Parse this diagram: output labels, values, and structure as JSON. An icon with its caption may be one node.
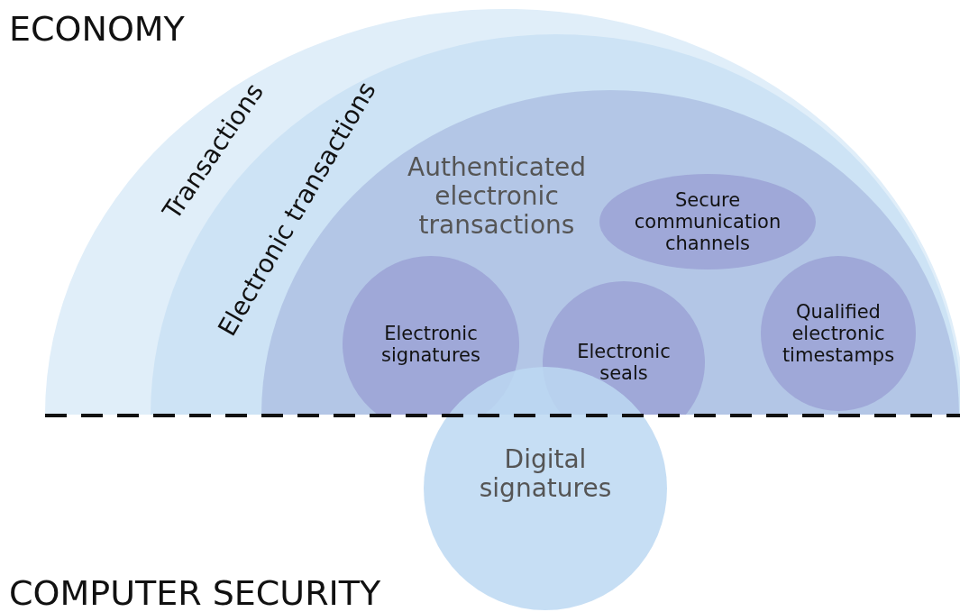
{
  "diagram": {
    "nodes": [
      {
        "text": [
          "Transactions"
        ]
      },
      {
        "text": [
          "Electronic transactions"
        ],
        "in": 0
      },
      {
        "text": [
          "Authenticated electronic transactions"
        ],
        "in": 1
      },
      {
        "text": [
          "Secure communication channels"
        ],
        "in": 2
      },
      {
        "text": [
          "Electronic signatures"
        ],
        "in": 2
      },
      {
        "text": [
          "Electronic seals"
        ],
        "in": 2
      },
      {
        "text": [
          "Qualified electronic timestamps"
        ],
        "in": 2
      },
      {
        "text": [
          "Digital signatures"
        ]
      }
    ],
    "edges": [],
    "labels": [
      "ECONOMY",
      "COMPUTER SECURITY"
    ]
  }
}
